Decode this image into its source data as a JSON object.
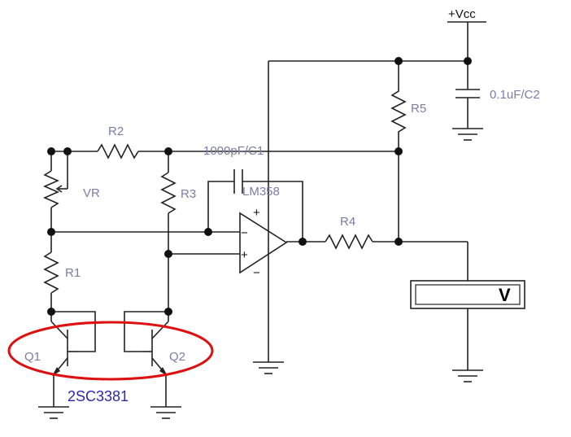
{
  "labels": {
    "vcc": "+Vcc",
    "c2": "0.1uF/C2",
    "r5": "R5",
    "r2": "R2",
    "c1": "1000pF/C1",
    "vr": "VR",
    "r3": "R3",
    "opamp": "LM358",
    "r4": "R4",
    "r1": "R1",
    "plus_top": "+",
    "minus_in": "−",
    "plus_in": "+",
    "minus_bottom": "−",
    "meter": "V",
    "q1": "Q1",
    "q2": "Q2",
    "part": "2SC3381"
  },
  "colors": {
    "wire": "#222222",
    "label": "#7c7ca8",
    "part": "#2a2ab0",
    "highlight": "#dd1111"
  }
}
